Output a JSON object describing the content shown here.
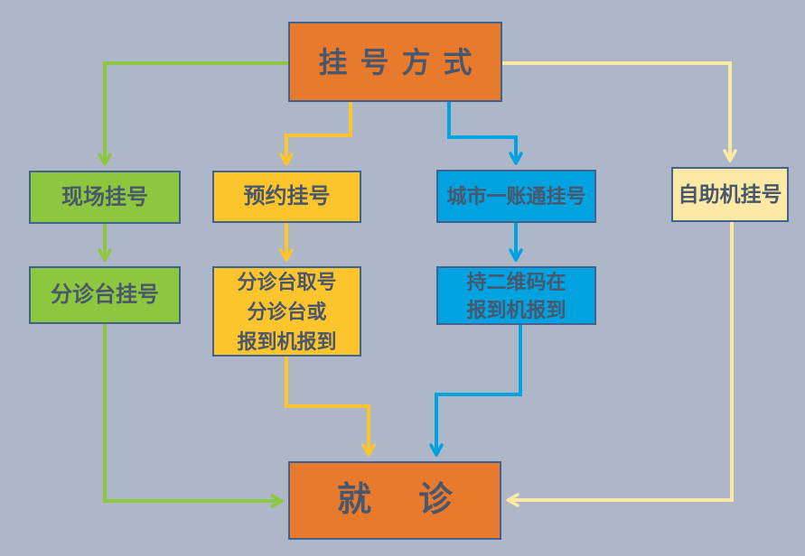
{
  "colors": {
    "background": "#adb7c8",
    "orange": "#e87a2e",
    "green": "#8dc63f",
    "yellow": "#fcc42d",
    "blue": "#00a3e0",
    "cream": "#fbe9a5",
    "box_border": "#3f6290",
    "text": "#49576c"
  },
  "diagram": {
    "type": "flowchart",
    "nodes": {
      "start": {
        "label": "挂号方式"
      },
      "onsite": {
        "label": "现场挂号"
      },
      "triage_register": {
        "label": "分诊台挂号"
      },
      "appointment": {
        "label": "预约挂号"
      },
      "triage_checkin": {
        "lines": [
          "分诊台取号",
          "分诊台或",
          "报到机报到"
        ]
      },
      "city_account": {
        "label": "城市一账通挂号"
      },
      "qr_checkin": {
        "lines": [
          "持二维码在",
          "报到机报到"
        ]
      },
      "self_service": {
        "label": "自助机挂号"
      },
      "visit": {
        "label": "就诊"
      }
    },
    "edges": [
      {
        "from": "start",
        "to": "onsite",
        "color": "green"
      },
      {
        "from": "start",
        "to": "appointment",
        "color": "yellow"
      },
      {
        "from": "start",
        "to": "city_account",
        "color": "blue"
      },
      {
        "from": "start",
        "to": "self_service",
        "color": "cream"
      },
      {
        "from": "onsite",
        "to": "triage_register",
        "color": "green"
      },
      {
        "from": "appointment",
        "to": "triage_checkin",
        "color": "yellow"
      },
      {
        "from": "city_account",
        "to": "qr_checkin",
        "color": "blue"
      },
      {
        "from": "triage_register",
        "to": "visit",
        "color": "green"
      },
      {
        "from": "triage_checkin",
        "to": "visit",
        "color": "yellow"
      },
      {
        "from": "qr_checkin",
        "to": "visit",
        "color": "blue"
      },
      {
        "from": "self_service",
        "to": "visit",
        "color": "cream"
      }
    ]
  }
}
